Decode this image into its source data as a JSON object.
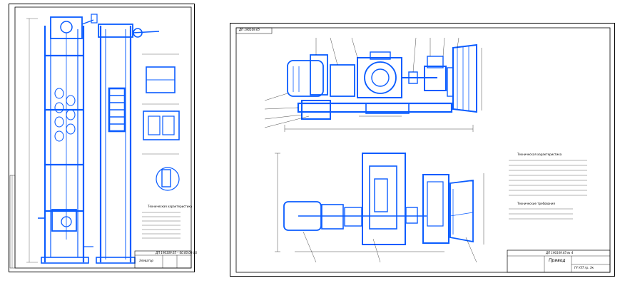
{
  "left_sheet": {
    "title_block_code": "ДП 190109.65 – 00.00.00 СБ",
    "title_block_name": "Элеватор",
    "notes_heading": "Техническая характеристика"
  },
  "right_sheet": {
    "stamp_corner": "ДП 190109.65",
    "title_block_code": "ДП 190109.65 № 4",
    "title_block_name": "Привод",
    "title_block_org": "ГУ УЗТ гр. Эк",
    "specs_heading": "Техническая характеристика",
    "reqs_heading": "Технические требования"
  },
  "colors": {
    "line": "#0a5cff",
    "ink": "#000000",
    "paper": "#ffffff"
  }
}
